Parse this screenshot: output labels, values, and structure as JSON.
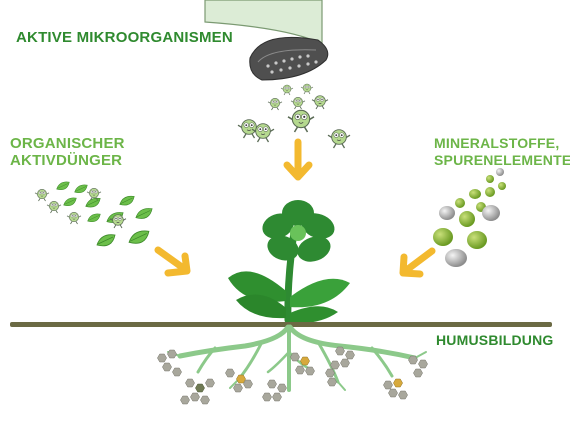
{
  "labels": {
    "microorganisms": "AKTIVE MIKROORGANISMEN",
    "fertilizer_line1": "ORGANISCHER",
    "fertilizer_line2": "AKTIVDÜNGER",
    "minerals_line1": "MINERALSTOFFE,",
    "minerals_line2": "SPURENELEMENTE",
    "humus": "HUMUSBILDUNG"
  },
  "colors": {
    "dark_green": "#2e8a32",
    "light_green": "#7cc143",
    "label_green": "#2f8a2f",
    "label_light_green": "#6cb548",
    "arrow_yellow": "#f3b92f",
    "ground": "#6b6a44",
    "root_green": "#8cc98a",
    "can_body": "#d9ecd5",
    "grey": "#9a9a9a"
  },
  "icons": {
    "watering_can": "watering-can-icon",
    "microbe": "microbe-icon",
    "leaf": "leaf-icon",
    "mineral": "mineral-pebble-icon",
    "flower": "flower-icon",
    "arrow": "arrow-icon",
    "humus": "humus-hexagon-icon"
  }
}
